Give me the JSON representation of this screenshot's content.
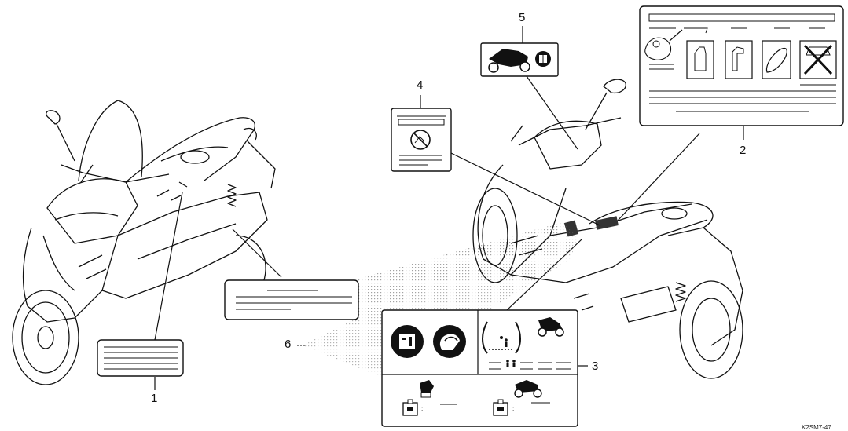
{
  "figure": {
    "callouts": [
      {
        "number": "1",
        "part": "label-1"
      },
      {
        "number": "2",
        "part": "label-2"
      },
      {
        "number": "3",
        "part": "label-3"
      },
      {
        "number": "4",
        "part": "label-4"
      },
      {
        "number": "5",
        "part": "label-5"
      },
      {
        "number": "6",
        "part": "label-6"
      }
    ],
    "figure_code": "K2SM7-47..."
  }
}
